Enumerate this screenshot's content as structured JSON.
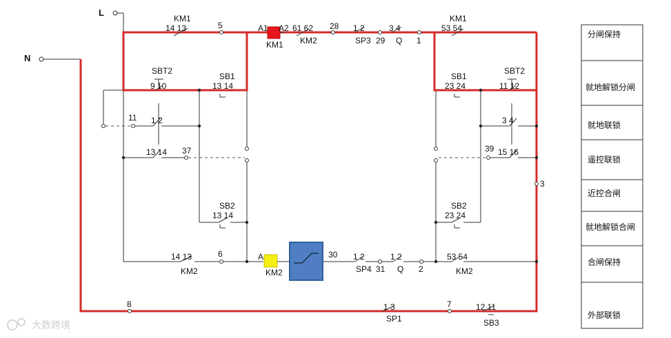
{
  "supply": {
    "line": "L",
    "neutral": "N"
  },
  "top_row": {
    "km1_contact": {
      "name": "KM1",
      "pins": "14  13"
    },
    "node_5": "5",
    "coil_km1": {
      "a1": "A1",
      "a2": "A2",
      "name": "KM1"
    },
    "km2_contact": {
      "pins": "61  62",
      "name": "KM2"
    },
    "node_28": "28",
    "sp3": {
      "pins": "1  2",
      "name": "SP3"
    },
    "node_29": "29",
    "q": {
      "pins": "3  4",
      "name": "Q"
    },
    "node_1": "1",
    "km1_right": {
      "name": "KM1",
      "pins": "53  54"
    }
  },
  "left_block": {
    "sbt2": {
      "name": "SBT2",
      "pins": "9  10"
    },
    "sb1": {
      "name": "SB1",
      "pins": "13  14"
    },
    "node_11": "11",
    "sw_1_2": "1  2",
    "sw_13_14": "13  14",
    "node_37": "37",
    "sb2": {
      "name": "SB2",
      "pins": "13  14"
    }
  },
  "right_block": {
    "sb1": {
      "name": "SB1",
      "pins": "23  24"
    },
    "sbt2": {
      "name": "SBT2",
      "pins": "11  12"
    },
    "sw_3_4": "3  4",
    "node_39": "39",
    "sw_15_16": "15  16",
    "node_3": "3",
    "sb2": {
      "name": "SB2",
      "pins": "23  24"
    }
  },
  "bottom_row": {
    "km2_contact": {
      "pins": "14  13",
      "name": "KM2"
    },
    "node_6": "6",
    "coil_km2": {
      "a": "A",
      "name": "KM2"
    },
    "node_30": "30",
    "sp4": {
      "pins": "1  2",
      "name": "SP4"
    },
    "node_31": "31",
    "q": {
      "pins": "1  2",
      "name": "Q"
    },
    "node_2": "2",
    "km2_right": {
      "pins": "53  54",
      "name": "KM2"
    }
  },
  "external_row": {
    "node_8": "8",
    "sp1": {
      "pins": "1  3",
      "name": "SP1"
    },
    "node_7": "7",
    "sb3": {
      "pins": "12  11",
      "name": "SB3"
    }
  },
  "legend": [
    "分闸保持",
    "就地解锁分闸",
    "就地联锁",
    "遥控联锁",
    "近控合闸",
    "就地解锁合闸",
    "合闸保持",
    "外部联锁"
  ],
  "watermark": "大数跨境",
  "colors": {
    "energized": "#d52a2a",
    "coil_km1": "#e8141c",
    "coil_km2": "#f5ee13",
    "timer": "#4f7fc2"
  }
}
